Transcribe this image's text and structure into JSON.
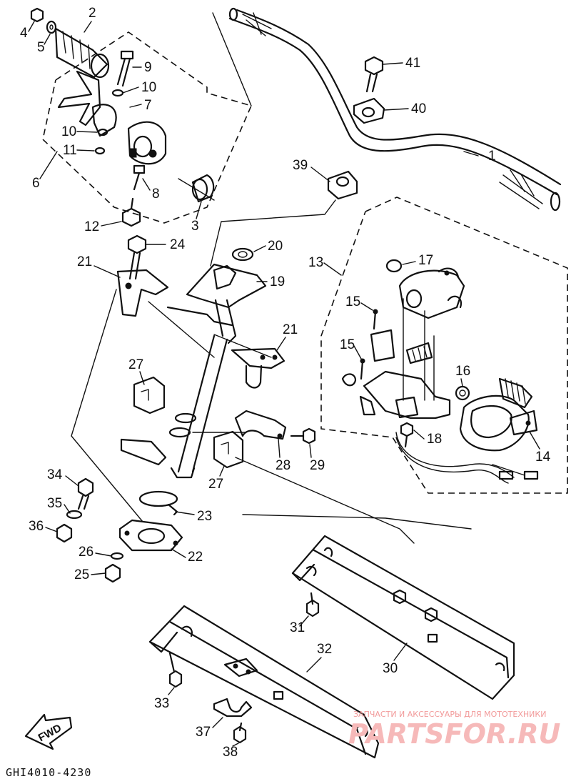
{
  "diagram": {
    "code": "GHI4010-4230",
    "direction_label": "FWD",
    "parts": [
      {
        "id": "1",
        "name": "handlebar"
      },
      {
        "id": "2",
        "name": "grip"
      },
      {
        "id": "3",
        "name": "collar"
      },
      {
        "id": "4",
        "name": "nut"
      },
      {
        "id": "5",
        "name": "washer"
      },
      {
        "id": "6",
        "name": "throttle-assembly"
      },
      {
        "id": "7",
        "name": "throttle-lever"
      },
      {
        "id": "8",
        "name": "screw"
      },
      {
        "id": "9",
        "name": "bolt"
      },
      {
        "id": "10",
        "name": "washer"
      },
      {
        "id": "11",
        "name": "washer"
      },
      {
        "id": "12",
        "name": "screw"
      },
      {
        "id": "13",
        "name": "switch-assembly"
      },
      {
        "id": "14",
        "name": "switch-cover"
      },
      {
        "id": "15",
        "name": "screw"
      },
      {
        "id": "16",
        "name": "grommet"
      },
      {
        "id": "17",
        "name": "grommet"
      },
      {
        "id": "18",
        "name": "screw"
      },
      {
        "id": "19",
        "name": "steering-column"
      },
      {
        "id": "20",
        "name": "bushing"
      },
      {
        "id": "21",
        "name": "bracket"
      },
      {
        "id": "22",
        "name": "plate"
      },
      {
        "id": "23",
        "name": "hose-clamp"
      },
      {
        "id": "24",
        "name": "bolt"
      },
      {
        "id": "25",
        "name": "nut"
      },
      {
        "id": "26",
        "name": "washer"
      },
      {
        "id": "27",
        "name": "bushing-half"
      },
      {
        "id": "28",
        "name": "holder"
      },
      {
        "id": "29",
        "name": "bolt"
      },
      {
        "id": "30",
        "name": "reinforcement-plate"
      },
      {
        "id": "31",
        "name": "bolt"
      },
      {
        "id": "32",
        "name": "reinforcement-plate"
      },
      {
        "id": "33",
        "name": "bolt"
      },
      {
        "id": "34",
        "name": "bolt"
      },
      {
        "id": "35",
        "name": "washer"
      },
      {
        "id": "36",
        "name": "nut"
      },
      {
        "id": "37",
        "name": "clamp"
      },
      {
        "id": "38",
        "name": "screw"
      },
      {
        "id": "39",
        "name": "handlebar-holder-lower"
      },
      {
        "id": "40",
        "name": "handlebar-holder-upper"
      },
      {
        "id": "41",
        "name": "bolt"
      }
    ]
  },
  "watermark": {
    "line1": "ЗАПЧАСТИ И АКСЕССУАРЫ ДЛЯ МОТОТЕХНИКИ",
    "line2": "PARTSFOR.RU"
  }
}
